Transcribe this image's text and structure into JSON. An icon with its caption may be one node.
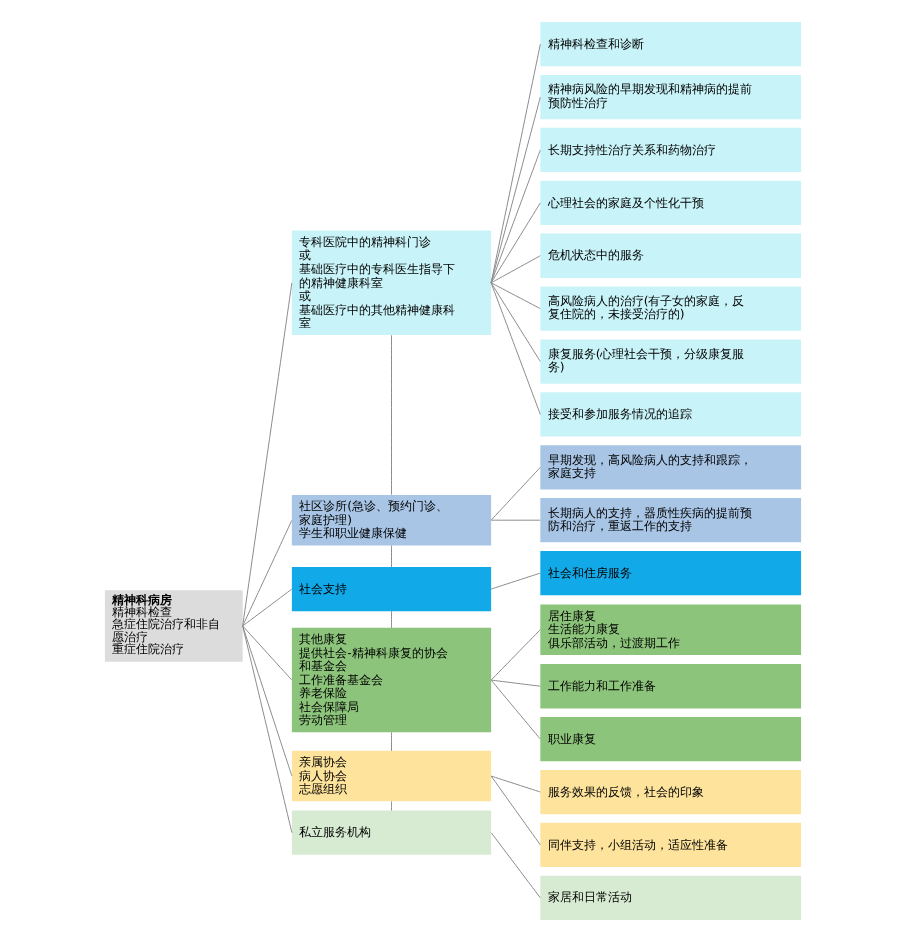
{
  "diagram": {
    "nodes": [
      {
        "text": [
          "精神科病房",
          "精神科检查",
          "急症住院治疗和非自愿治疗",
          "重症住院治疗"
        ]
      },
      {
        "text": [
          "专科医院中的精神科门诊",
          "或",
          "基础医疗中的专科医生指导下的精神健康科室",
          "或",
          "基础医疗中的其他精神健康科室"
        ]
      },
      {
        "text": [
          "社区诊所(急诊、预约门诊、家庭护理)",
          "学生和职业健康保健"
        ]
      },
      {
        "text": [
          "社会支持"
        ]
      },
      {
        "text": [
          "其他康复",
          "提供社会-精神科康复的协会和基金会",
          "工作准备基金会",
          "养老保险",
          "社会保障局",
          "劳动管理"
        ]
      },
      {
        "text": [
          "亲属协会",
          "病人协会",
          "志愿组织"
        ]
      },
      {
        "text": [
          "私立服务机构"
        ]
      },
      {
        "text": [
          "精神科检查和诊断"
        ]
      },
      {
        "text": [
          "精神病风险的早期发现和精神病的提前预防性治疗"
        ]
      },
      {
        "text": [
          "长期支持性治疗关系和药物治疗"
        ]
      },
      {
        "text": [
          "心理社会的家庭及个性化干预"
        ]
      },
      {
        "text": [
          "危机状态中的服务"
        ]
      },
      {
        "text": [
          "高风险病人的治疗(有子女的家庭，反复住院的，未接受治疗的)"
        ]
      },
      {
        "text": [
          "康复服务(心理社会干预，分级康复服务)"
        ]
      },
      {
        "text": [
          "接受和参加服务情况的追踪"
        ]
      },
      {
        "text": [
          "早期发现，高风险病人的支持和跟踪，家庭支持"
        ]
      },
      {
        "text": [
          "长期病人的支持，器质性疾病的提前预防和治疗，重返工作的支持"
        ]
      },
      {
        "text": [
          "社会和住房服务"
        ]
      },
      {
        "text": [
          "居住康复",
          "生活能力康复",
          "俱乐部活动，过渡期工作"
        ]
      },
      {
        "text": [
          "工作能力和工作准备"
        ]
      },
      {
        "text": [
          "职业康复"
        ]
      },
      {
        "text": [
          "服务效果的反馈，社会的印象"
        ]
      },
      {
        "text": [
          "同伴支持，小组活动，适应性准备"
        ]
      },
      {
        "text": [
          "家居和日常活动"
        ]
      }
    ],
    "edges": [
      {
        "from": 0,
        "to": 1,
        "arrow": "none"
      },
      {
        "from": 0,
        "to": 2,
        "arrow": "none"
      },
      {
        "from": 0,
        "to": 3,
        "arrow": "none"
      },
      {
        "from": 0,
        "to": 4,
        "arrow": "none"
      },
      {
        "from": 0,
        "to": 5,
        "arrow": "none"
      },
      {
        "from": 0,
        "to": 6,
        "arrow": "none"
      },
      {
        "from": 1,
        "to": 2,
        "arrow": "none"
      },
      {
        "from": 2,
        "to": 3,
        "arrow": "none"
      },
      {
        "from": 3,
        "to": 4,
        "arrow": "none"
      },
      {
        "from": 4,
        "to": 5,
        "arrow": "none"
      },
      {
        "from": 5,
        "to": 6,
        "arrow": "none"
      },
      {
        "from": 1,
        "to": 7,
        "arrow": "none"
      },
      {
        "from": 1,
        "to": 8,
        "arrow": "none"
      },
      {
        "from": 1,
        "to": 9,
        "arrow": "none"
      },
      {
        "from": 1,
        "to": 10,
        "arrow": "none"
      },
      {
        "from": 1,
        "to": 11,
        "arrow": "none"
      },
      {
        "from": 1,
        "to": 12,
        "arrow": "none"
      },
      {
        "from": 1,
        "to": 13,
        "arrow": "none"
      },
      {
        "from": 1,
        "to": 14,
        "arrow": "none"
      },
      {
        "from": 2,
        "to": 15,
        "arrow": "none"
      },
      {
        "from": 2,
        "to": 16,
        "arrow": "none"
      },
      {
        "from": 3,
        "to": 17,
        "arrow": "none"
      },
      {
        "from": 4,
        "to": 18,
        "arrow": "none"
      },
      {
        "from": 4,
        "to": 19,
        "arrow": "none"
      },
      {
        "from": 4,
        "to": 20,
        "arrow": "none"
      },
      {
        "from": 5,
        "to": 21,
        "arrow": "none"
      },
      {
        "from": 5,
        "to": 22,
        "arrow": "none"
      },
      {
        "from": 6,
        "to": 23,
        "arrow": "none"
      }
    ]
  }
}
